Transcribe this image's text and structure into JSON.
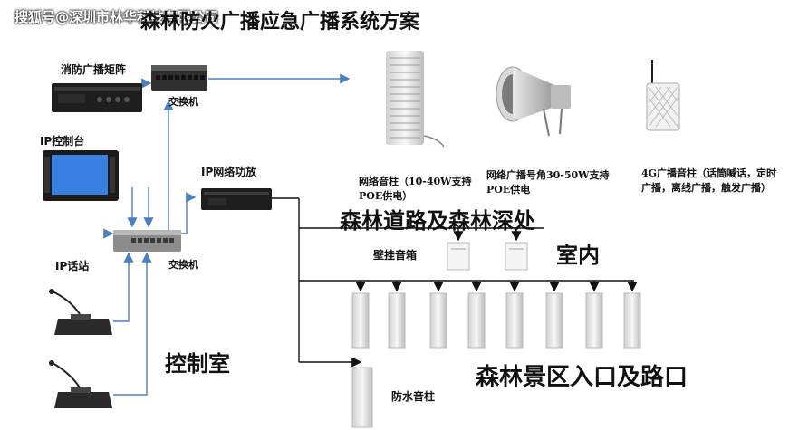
{
  "watermark": "搜狐号@深圳市林华科技有限公司",
  "title": "森林防火广播应急广播系统方案",
  "labels": {
    "matrix": "消防广播矩阵",
    "switch_top": "交换机",
    "ip_console": "IP控制台",
    "ip_amp": "IP网络功放",
    "switch_mid": "交换机",
    "ip_station": "IP话站",
    "control_room": "控制室",
    "column_desc": "网络音柱（10-40W支持POE供电）",
    "horn_desc": "网络广播号角30-50W支持POE供电",
    "g4_desc": "4G广播音柱（话筒喊话，定时广播，离线广播，触发广播）",
    "forest_road": "森林道路及森林深处",
    "wall_box": "壁挂音箱",
    "indoor": "室内",
    "scenic": "森林景区入口及路口",
    "waterproof": "防水音柱"
  },
  "colors": {
    "line": "#4a7fc0",
    "black_line": "#111111"
  },
  "icons": [
    "switch-device",
    "column-speaker",
    "horn-speaker",
    "4g-speaker",
    "matrix-device",
    "console-monitor",
    "amplifier-device",
    "microphone-station",
    "wall-speaker"
  ]
}
